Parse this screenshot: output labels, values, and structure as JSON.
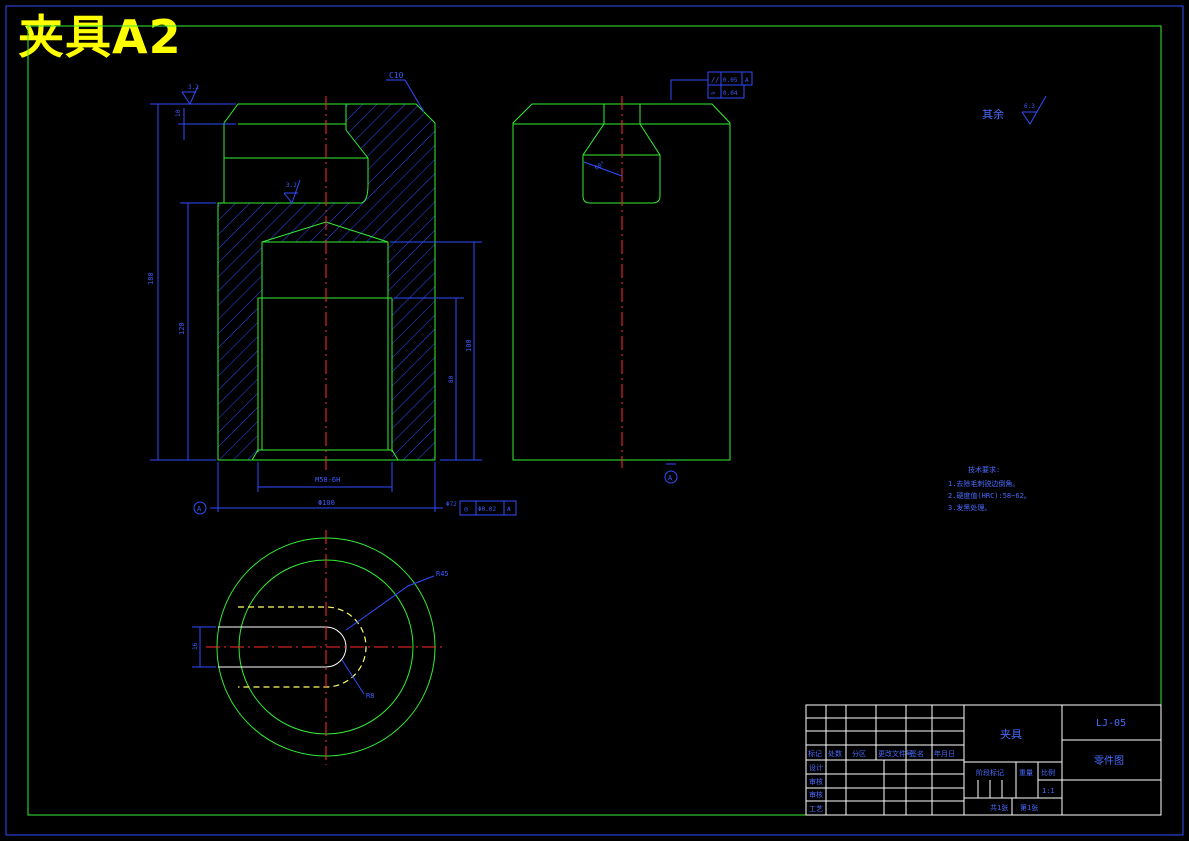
{
  "headline": {
    "text1": "夹具",
    "text2": "A2"
  },
  "drawing": {
    "chamfer_label": "C10",
    "roughness_top_left": "3.2",
    "roughness_inner": "3.2",
    "roughness_other_label": "其余",
    "roughness_other_value": "6.3",
    "dim_top_step": "10",
    "dim_overall_height": "180",
    "dim_bore_depth": "120",
    "dim_right_depth": "100",
    "dim_thread_depth": "80",
    "dim_thread": "M58-6H",
    "dim_diameter": "Φ100",
    "datum_label": "A",
    "tol_frame_top": [
      "//",
      "0.05",
      "A"
    ],
    "tol_frame_flat": [
      "▱",
      "0.04"
    ],
    "tol_frame_bottom_prefix": "Φ72",
    "tol_frame_bottom": [
      "◎",
      "Φ0.02",
      "A"
    ],
    "dim_angle": "60°",
    "dim_slot_width": "16",
    "dim_radius_big": "R45",
    "dim_radius_small": "R8",
    "tech_req_title": "技术要求:",
    "tech_req_lines": [
      "1.去除毛刺锐边倒角。",
      "2.硬度值(HRC):58~62。",
      "3.发黑处理。"
    ]
  },
  "title_block": {
    "part_name": "夹具",
    "drawing_no": "LJ-05",
    "drawing_type": "零件图",
    "row_labels": [
      "标记",
      "处数",
      "分区",
      "更改文件号",
      "签名",
      "年月日"
    ],
    "left_labels": [
      "设计",
      "审核",
      "审核",
      "工艺"
    ],
    "stage_label": "阶段标记",
    "weight_label": "重量",
    "scale_label": "比例",
    "scale_value": "1:1",
    "sheet_total": "共1张",
    "sheet_no": "第1张"
  }
}
